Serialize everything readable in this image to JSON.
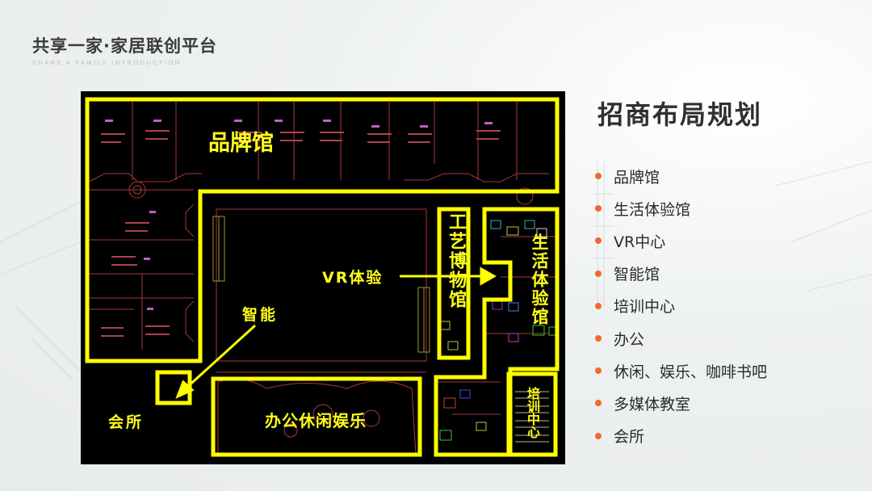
{
  "header": {
    "title": "共享一家·家居联创平台",
    "subtitle": "SHARE A FAMILY INTRODUCTION"
  },
  "floor_plan": {
    "zones": {
      "brand_hall": "品牌馆",
      "craft_museum": "工艺博物馆",
      "life_experience_hall": "生活体验馆",
      "vr_experience": "VR体验",
      "smart": "智能",
      "clubhouse": "会所",
      "office_leisure": "办公休闲娱乐",
      "training_center": "培训中心"
    },
    "highlight_color": "#ffff00",
    "background_color": "#000000"
  },
  "panel": {
    "title": "招商布局规划",
    "bullet_color": "#ee6a2c",
    "items": [
      {
        "label": "品牌馆"
      },
      {
        "label": "生活体验馆"
      },
      {
        "label": "VR中心"
      },
      {
        "label": "智能馆"
      },
      {
        "label": "培训中心"
      },
      {
        "label": "办公"
      },
      {
        "label": "休闲、娱乐、咖啡书吧"
      },
      {
        "label": "多媒体教室"
      },
      {
        "label": "会所"
      }
    ]
  }
}
